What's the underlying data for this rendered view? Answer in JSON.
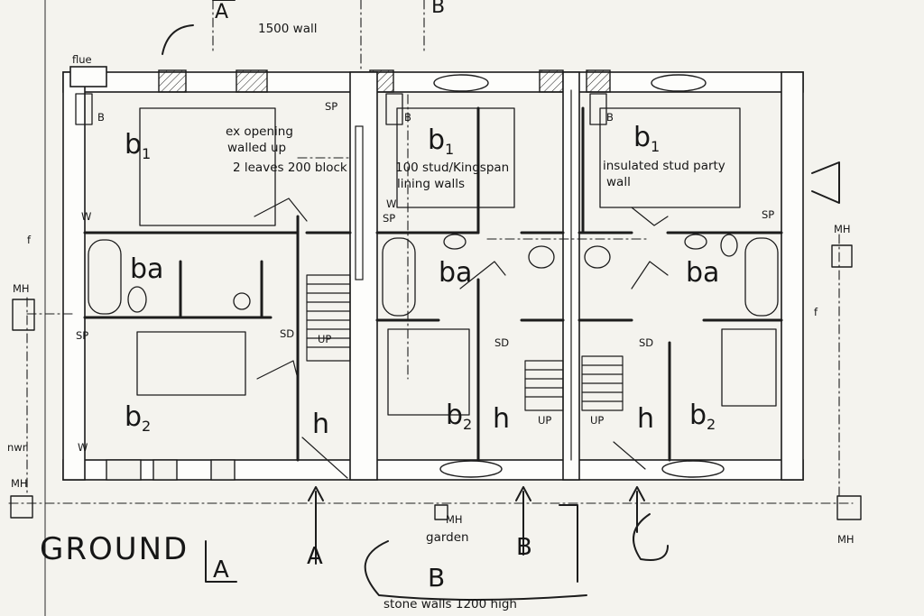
{
  "header": {
    "section_a_top": "A",
    "section_b_top": "B",
    "party_wall_note": "1500 wall"
  },
  "sheet_title": "GROUND",
  "labels": {
    "flue": "flue",
    "sp": "SP",
    "w": "W",
    "b": "B",
    "sd": "SD",
    "up": "UP",
    "f": "f",
    "mh": "MH",
    "nwr": "nwr",
    "h": "h",
    "b1": "b",
    "b1_sub": "1",
    "b2": "b",
    "b2_sub": "2",
    "ba": "ba",
    "mh_garden": "MH",
    "garden": "garden"
  },
  "notes": {
    "walled_up_1": "ex opening",
    "walled_up_2": "walled up",
    "walled_up_3": "2 leaves 200 block",
    "stud_1": "100 stud/Kingspan",
    "stud_2": "lining walls",
    "party_1": "insulated stud party",
    "party_2": "wall",
    "stone_walls": "stone walls 1200 high"
  },
  "section_marks": {
    "a_bottom": "A",
    "b_bottom": "B",
    "a_left": "A",
    "b_bottom_curve": "B"
  }
}
